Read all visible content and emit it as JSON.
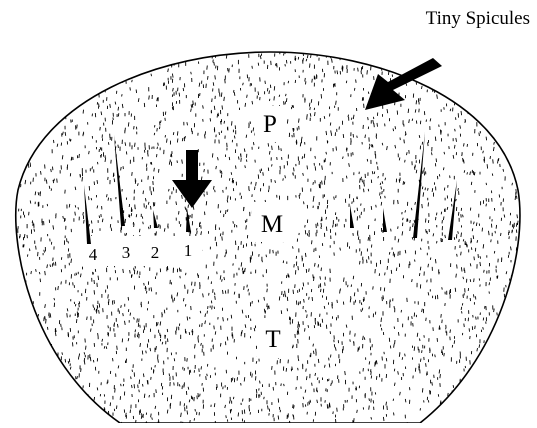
{
  "caption": "Tiny Spicules",
  "regions": [
    "P",
    "M",
    "T"
  ],
  "spicule_numbers": [
    "4",
    "3",
    "2",
    "1"
  ],
  "colors": {
    "ink": "#000000",
    "background": "#ffffff"
  },
  "icons": [
    "arrow-icon",
    "arrow-icon"
  ]
}
